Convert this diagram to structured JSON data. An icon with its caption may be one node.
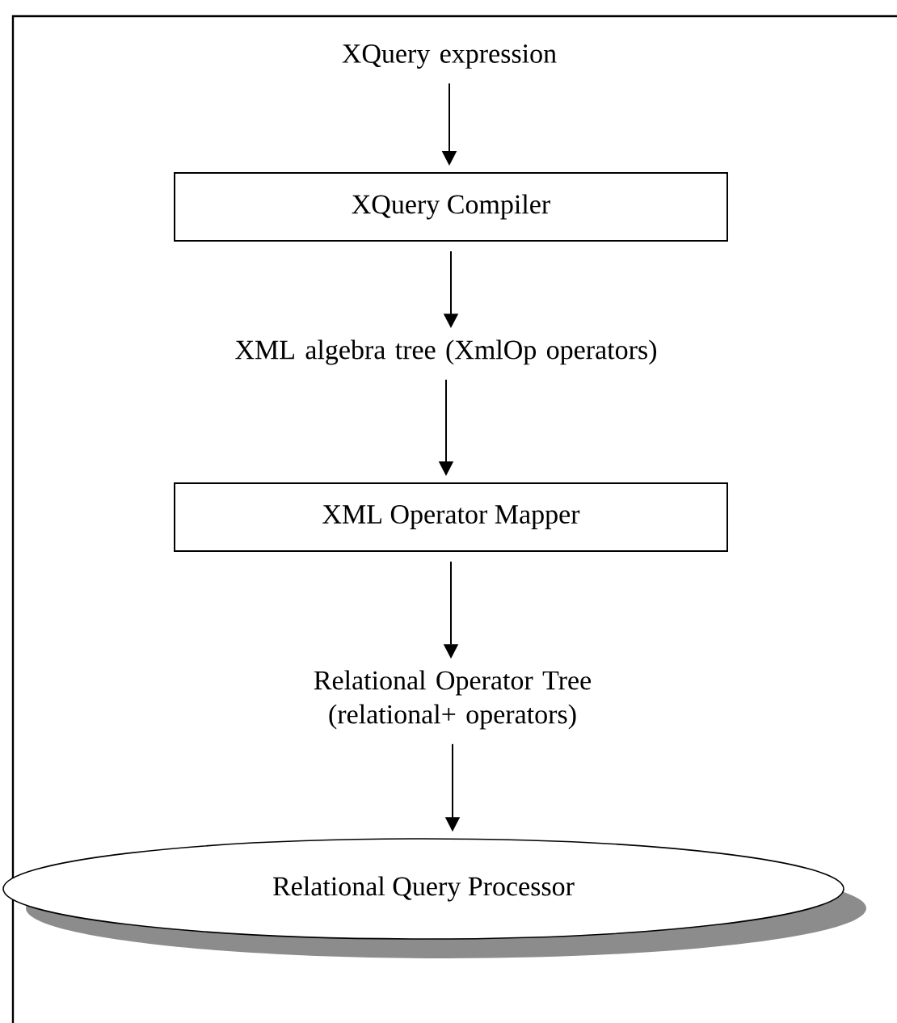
{
  "diagram": {
    "nodes": [
      {
        "text": [
          "XQuery expression"
        ]
      },
      {
        "text": [
          "XQuery Compiler"
        ]
      },
      {
        "text": [
          "XML algebra tree (XmlOp operators)"
        ]
      },
      {
        "text": [
          "XML Operator Mapper"
        ]
      },
      {
        "text": [
          "Relational Operator Tree (relational+ operators)"
        ]
      },
      {
        "text": [
          "Relational Query Processor"
        ]
      }
    ],
    "edges": [
      {
        "from": 0,
        "to": 1,
        "arrow": "to"
      },
      {
        "from": 1,
        "to": 2,
        "arrow": "to"
      },
      {
        "from": 2,
        "to": 3,
        "arrow": "to"
      },
      {
        "from": 3,
        "to": 4,
        "arrow": "to"
      },
      {
        "from": 4,
        "to": 5,
        "arrow": "to"
      }
    ]
  }
}
